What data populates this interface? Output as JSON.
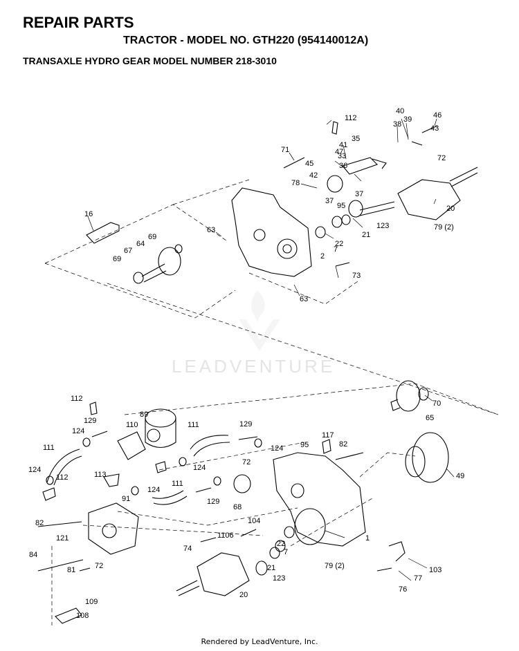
{
  "header": {
    "title": "REPAIR PARTS",
    "model": "TRACTOR - MODEL NO. GTH220 (954140012A)",
    "transaxle": "TRANSAXLE HYDRO GEAR MODEL NUMBER 218-3010"
  },
  "watermark": {
    "text": "LEADVENTURE",
    "color": "#e4e4e4"
  },
  "footer": "Rendered by LeadVenture, Inc.",
  "callouts": [
    "112",
    "40",
    "46",
    "39",
    "38",
    "43",
    "35",
    "41",
    "71",
    "33",
    "47",
    "72",
    "36",
    "45",
    "42",
    "78",
    "37",
    "37",
    "95",
    "20",
    "16",
    "63",
    "21",
    "123",
    "79 (2)",
    "69",
    "64",
    "7",
    "22",
    "67",
    "69",
    "2",
    "73",
    "63",
    "112",
    "89",
    "110",
    "129",
    "111",
    "129",
    "124",
    "117",
    "82",
    "95",
    "124",
    "111",
    "124",
    "112",
    "72",
    "124",
    "113",
    "124",
    "111",
    "129",
    "91",
    "70",
    "65",
    "49",
    "68",
    "104",
    "1",
    "82",
    "121",
    "1106",
    "22",
    "74",
    "7",
    "21",
    "79 (2)",
    "84",
    "72",
    "103",
    "81",
    "123",
    "77",
    "76",
    "20",
    "109",
    "108"
  ]
}
